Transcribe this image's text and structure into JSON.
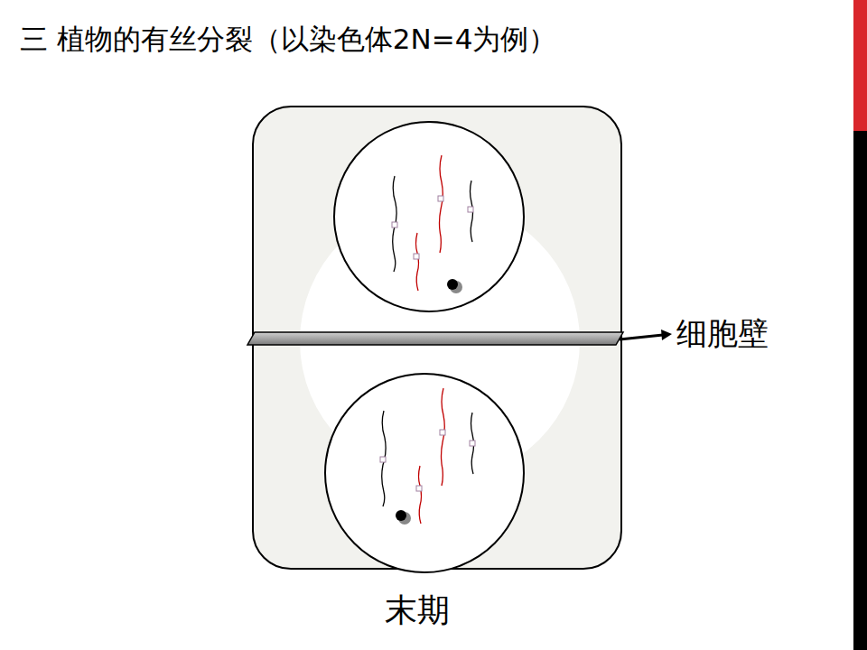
{
  "diagram": {
    "title": "三 植物的有丝分裂（以染色体2N=4为例）",
    "caption": "末期",
    "labels": [
      "细胞壁"
    ]
  }
}
